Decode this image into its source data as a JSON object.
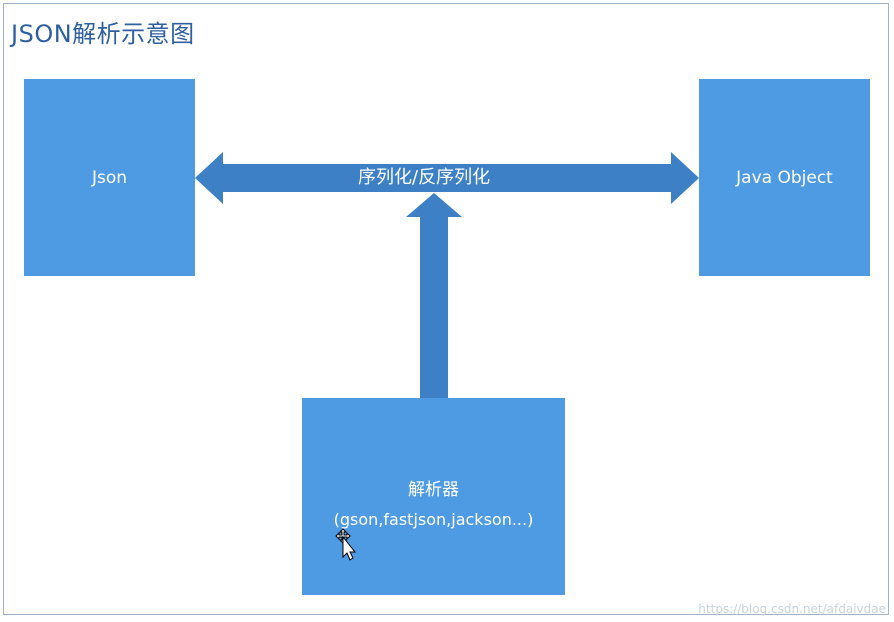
{
  "diagram": {
    "title": "JSON解析示意图",
    "nodes": {
      "json": "Json",
      "java_object": "Java Object",
      "parser_title": "解析器",
      "parser_libraries": "(gson,fastjson,jackson...)"
    },
    "arrow_label": "序列化/反序列化",
    "colors": {
      "box_fill": "#4f9be3",
      "arrow_fill": "#3d80c6",
      "title_text": "#2e5fa0"
    }
  },
  "watermark": "https://blog.csdn.net/afdaivdae"
}
